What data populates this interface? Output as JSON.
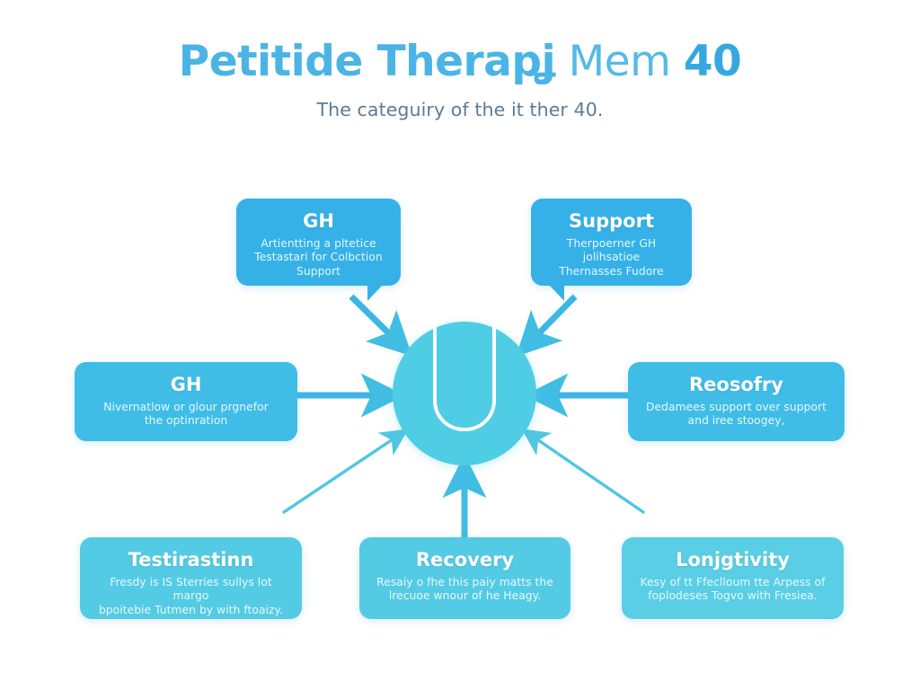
{
  "header": {
    "title_bold": "Petitide Therapʝ",
    "title_light": "Mem",
    "title_number": "40",
    "subtitle": "The categuiry of the it ther 40."
  },
  "hub": {
    "glyph": "u-capsule-glyph",
    "color": "#4FCDE4"
  },
  "colors": {
    "accent_strong": "#35B1E8",
    "accent_mid": "#3FBDE7",
    "accent_soft": "#54CBE4",
    "title_blue": "#4BB4E6",
    "subtitle_slate": "#5C7B96",
    "arrow": "#41BDE4"
  },
  "cards": [
    {
      "id": "top-left",
      "title": "GH",
      "lines": [
        "Artientting a pltetice",
        "Testastari for Colbction",
        "Support"
      ],
      "color": "#35B1E8"
    },
    {
      "id": "top-right",
      "title": "Support",
      "lines": [
        "Therpoerner GH jolihsatioe",
        "Thernasses Fudore"
      ],
      "color": "#35B1E8"
    },
    {
      "id": "mid-left",
      "title": "GH",
      "lines": [
        "Nivernatlow or glour prgnefor",
        "the optinration"
      ],
      "color": "#3FBDE7"
    },
    {
      "id": "mid-right",
      "title": "Reosofry",
      "lines": [
        "Dedamees support over support",
        "and iree stoogey,"
      ],
      "color": "#3FBDE7"
    },
    {
      "id": "bot-left",
      "title": "Testirastinn",
      "lines": [
        "Fresdy is IS Sterries sullys lot margo",
        "bpoitebie Tutmen by with ftoaizy."
      ],
      "color": "#54CBE4"
    },
    {
      "id": "bot-center",
      "title": "Recovery",
      "lines": [
        "Resaiy o fhe this paiy matts the",
        "lrecuoe wnour of he Heagy."
      ],
      "color": "#54CBE4"
    },
    {
      "id": "bot-right",
      "title": "Lonjgtivity",
      "lines": [
        "Kesy of tt Ffeclloum tte Arpess of",
        "foplodeses Togvo with Fresiea."
      ],
      "color": "#59CEE5"
    }
  ],
  "arrows": [
    {
      "id": "top-left-to-hub",
      "from": "top-left",
      "to": "hub",
      "style": "thick-diagonal"
    },
    {
      "id": "top-right-to-hub",
      "from": "top-right",
      "to": "hub",
      "style": "thick-diagonal"
    },
    {
      "id": "mid-left-to-hub",
      "from": "mid-left",
      "to": "hub",
      "style": "thick-horizontal"
    },
    {
      "id": "mid-right-to-hub",
      "from": "mid-right",
      "to": "hub",
      "style": "thick-horizontal"
    },
    {
      "id": "bot-left-to-hub",
      "from": "bot-left",
      "to": "hub",
      "style": "thin-diagonal"
    },
    {
      "id": "bot-center-to-hub",
      "from": "bot-center",
      "to": "hub",
      "style": "thick-vertical"
    },
    {
      "id": "bot-right-to-hub",
      "from": "bot-right",
      "to": "hub",
      "style": "thin-diagonal"
    }
  ]
}
